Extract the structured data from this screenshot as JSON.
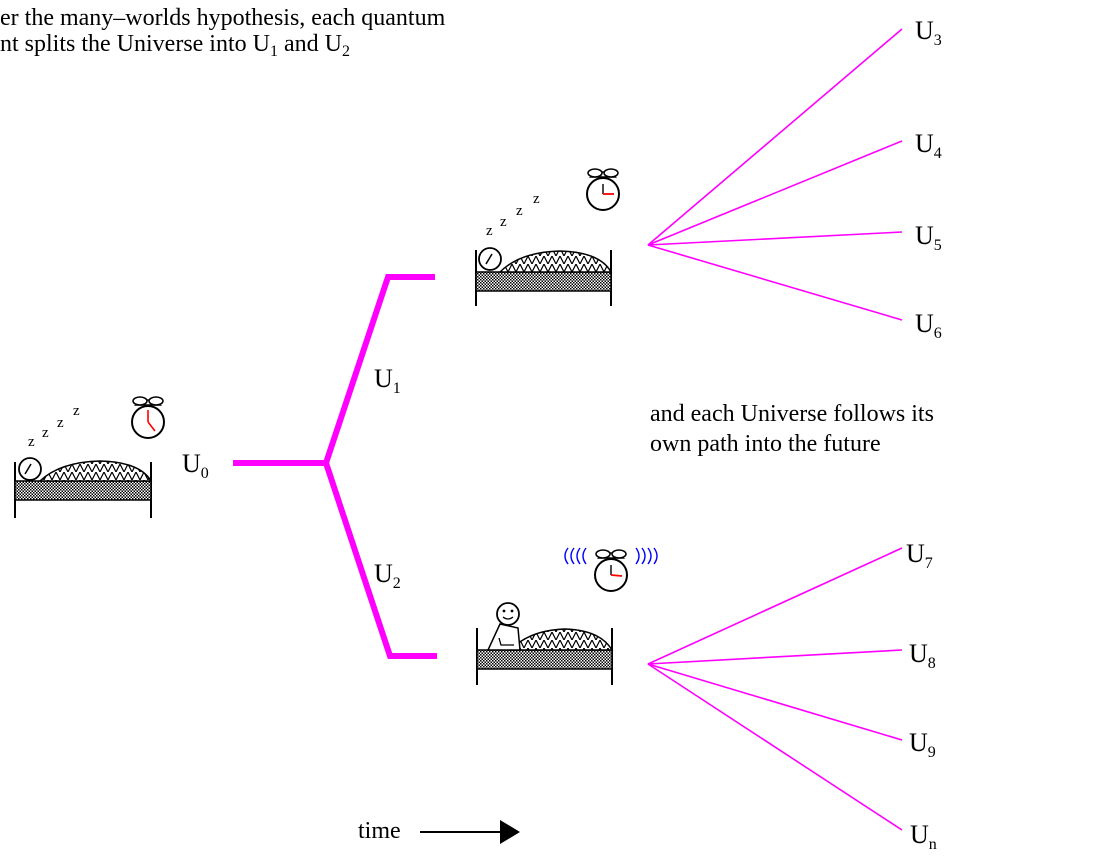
{
  "caption": {
    "line1": "er the many–worlds hypothesis, each quantum",
    "line2_prefix": "nt splits the Universe into U",
    "line2_sub1": "1",
    "line2_mid": " and U",
    "line2_sub2": "2"
  },
  "note": {
    "line1": "and each Universe follows its",
    "line2": "own path into the future"
  },
  "time_label": "time",
  "universes": {
    "u0": {
      "base": "U",
      "sub": "0"
    },
    "u1": {
      "base": "U",
      "sub": "1"
    },
    "u2": {
      "base": "U",
      "sub": "2"
    },
    "u3": {
      "base": "U",
      "sub": "3"
    },
    "u4": {
      "base": "U",
      "sub": "4"
    },
    "u5": {
      "base": "U",
      "sub": "5"
    },
    "u6": {
      "base": "U",
      "sub": "6"
    },
    "u7": {
      "base": "U",
      "sub": "7"
    },
    "u8": {
      "base": "U",
      "sub": "8"
    },
    "u9": {
      "base": "U",
      "sub": "9"
    },
    "un": {
      "base": "U",
      "sub": "n"
    }
  },
  "sleep_text": "z",
  "colors": {
    "branch": "#ff00ff",
    "alarm_waves": "#0000ff",
    "clock_hand": "#ff0000",
    "ink": "#000000"
  },
  "icons": [
    "bed-icon",
    "alarm-clock-icon",
    "sleeping-person-icon",
    "awake-person-icon",
    "arrow-right-icon"
  ]
}
